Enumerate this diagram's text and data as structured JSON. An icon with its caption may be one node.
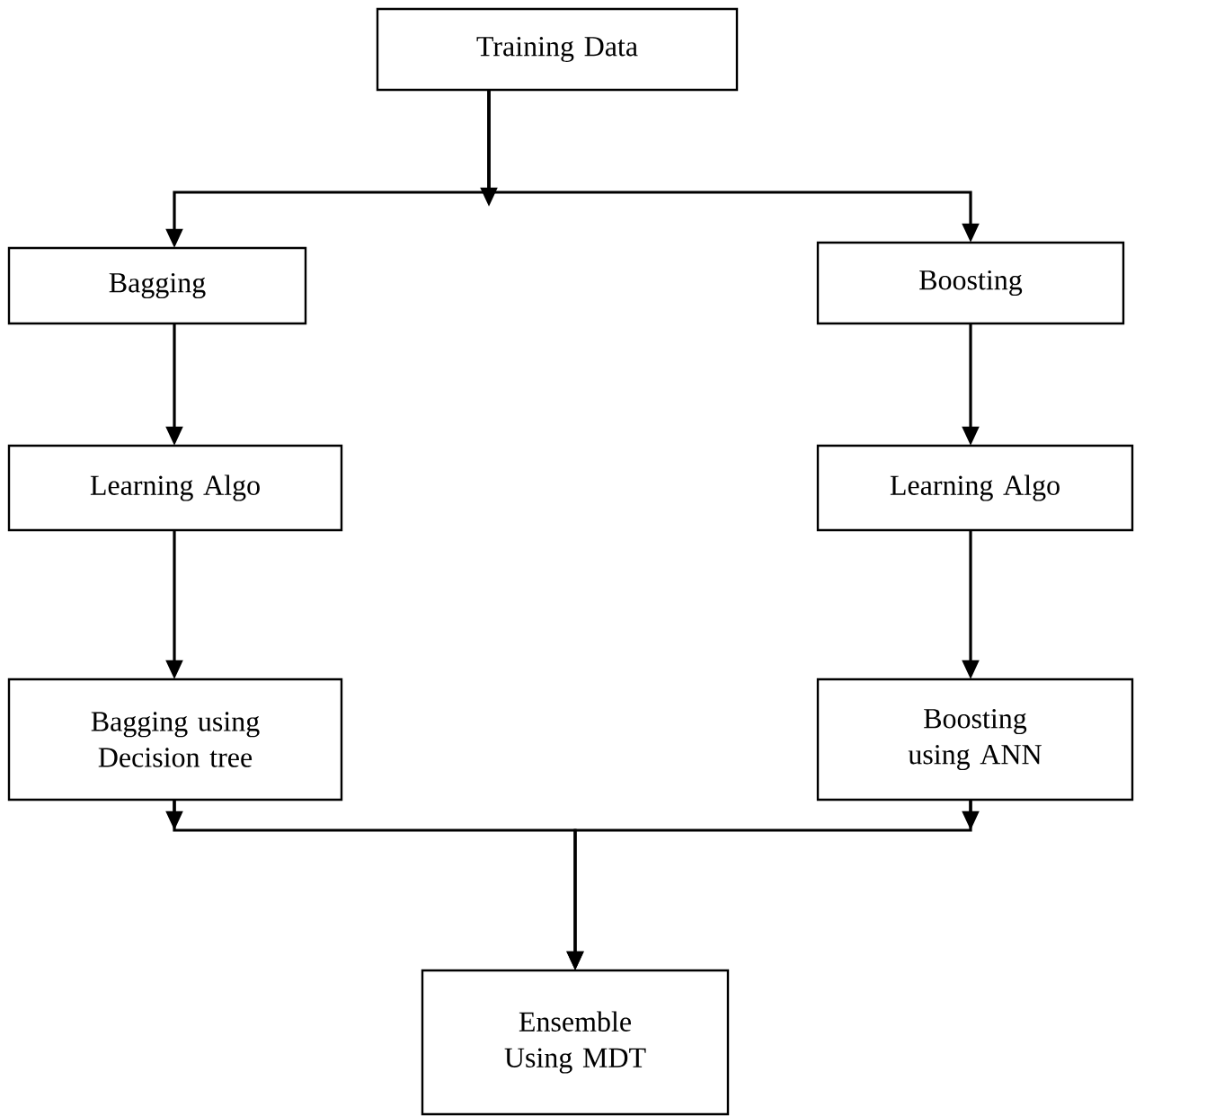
{
  "diagram": {
    "nodes": [
      {
        "text": [
          "Training Data"
        ]
      },
      {
        "text": [
          "Bagging"
        ]
      },
      {
        "text": [
          "Boosting"
        ]
      },
      {
        "text": [
          "Learning Algo"
        ]
      },
      {
        "text": [
          "Learning Algo"
        ]
      },
      {
        "text": [
          "Bagging using Decision tree"
        ]
      },
      {
        "text": [
          "Boosting using ANN"
        ]
      },
      {
        "text": [
          "Ensemble Using MDT"
        ]
      }
    ],
    "edges": [
      {
        "from": 0,
        "to": 1,
        "arrow": "to"
      },
      {
        "from": 0,
        "to": 2,
        "arrow": "to"
      },
      {
        "from": 1,
        "to": 3,
        "arrow": "to"
      },
      {
        "from": 2,
        "to": 4,
        "arrow": "to"
      },
      {
        "from": 3,
        "to": 5,
        "arrow": "to"
      },
      {
        "from": 4,
        "to": 6,
        "arrow": "to"
      },
      {
        "from": 5,
        "to": 7,
        "arrow": "to"
      },
      {
        "from": 6,
        "to": 7,
        "arrow": "to"
      }
    ]
  }
}
